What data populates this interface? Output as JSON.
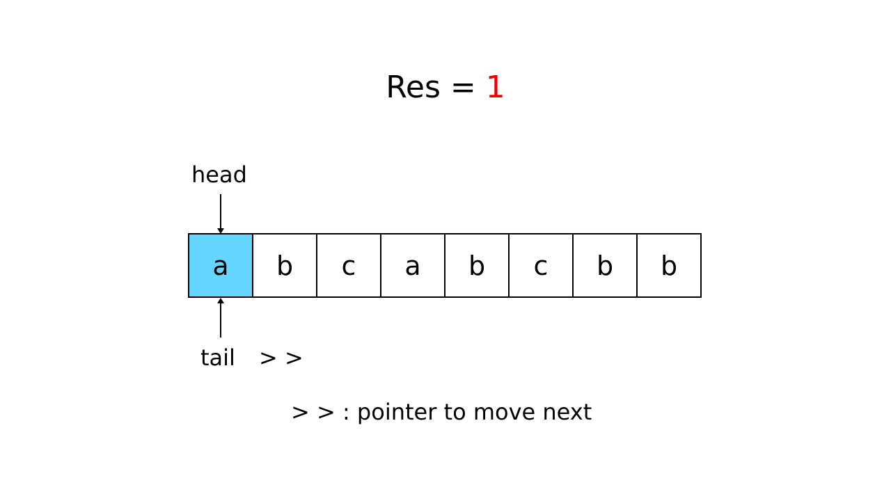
{
  "result": {
    "label": "Res = ",
    "value": "1",
    "value_color": "#ee0000"
  },
  "pointers": {
    "head": "head",
    "tail": "tail",
    "move_marker": "> >"
  },
  "array": {
    "cells": [
      "a",
      "b",
      "c",
      "a",
      "b",
      "c",
      "b",
      "b"
    ],
    "highlight_index": 0,
    "highlight_color": "#66d6ff"
  },
  "legend": {
    "text": "> > : pointer to move next"
  }
}
